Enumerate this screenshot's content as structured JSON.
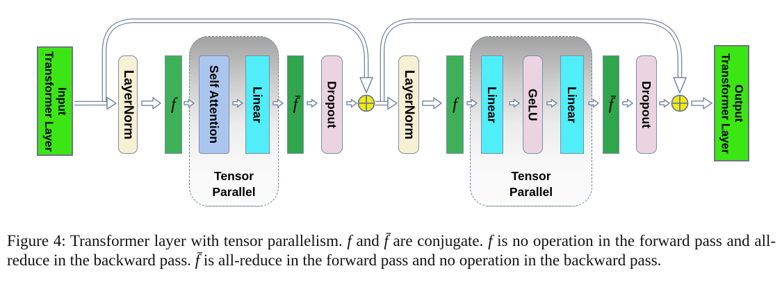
{
  "diagram": {
    "input_label": "Transformer Layer\nInput",
    "output_label": "Transformer Layer\nOutput",
    "blocks": {
      "layernorm1": "LayerNorm",
      "f1": "f",
      "self_attention": "Self Attention",
      "linear1": "Linear",
      "fbar1": "f̄",
      "dropout1": "Dropout",
      "layernorm2": "LayerNorm",
      "f2": "f",
      "linear2a": "Linear",
      "gelu": "GeLU",
      "linear2b": "Linear",
      "fbar2": "f̄",
      "dropout2": "Dropout"
    },
    "tensor_parallel_label_1": "Tensor\nParallel",
    "tensor_parallel_label_2": "Tensor\nParallel",
    "add_symbol": "circled-plus",
    "colors": {
      "io_green": "#3ce614",
      "f_green": "#3eb158",
      "fbar_green": "#31a54c",
      "layernorm_cream": "#f8f0d2",
      "self_attention_blue": "#abc6ee",
      "linear_cyan": "#4feef8",
      "gelu_dropout_pink": "#ead4e1",
      "add_yellow": "#f2ea12",
      "wire_slate": "#74849e",
      "tensor_parallel_gray_top": "#a2a2a2"
    }
  },
  "caption": {
    "parts": {
      "0": "Figure 4: Transformer layer with tensor parallelism. ",
      "1": "f",
      "2": " and ",
      "3": "f̄",
      "4": " are conjugate. ",
      "5": "f",
      "6": " is no operation in the forward pass and all-reduce in the backward pass. ",
      "7": "f̄",
      "8": " is all-reduce in the forward pass and no operation in the backward pass."
    }
  }
}
